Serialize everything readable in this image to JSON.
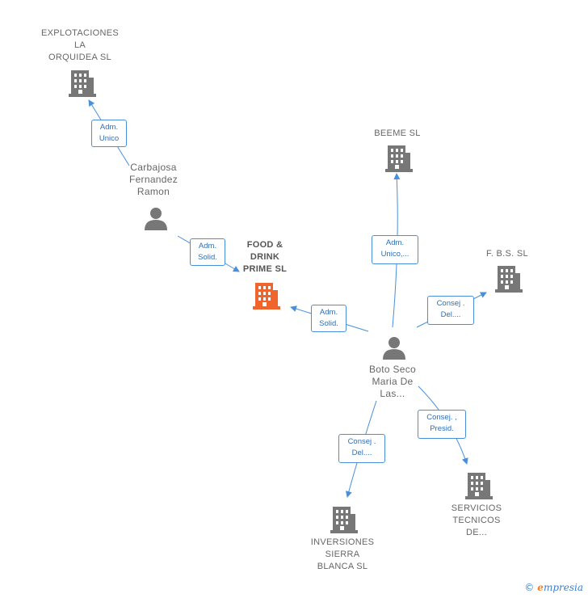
{
  "colors": {
    "edge": "#4a8fdc",
    "node_gray": "#777777",
    "node_focus": "#f0652e"
  },
  "nodes": {
    "explotaciones": {
      "label": "EXPLOTACIONES\nLA\nORQUIDEA  SL",
      "icon": "building-icon"
    },
    "beeme": {
      "label": "BEEME  SL",
      "icon": "building-icon"
    },
    "fbs": {
      "label": "F. B.S.  SL",
      "icon": "building-icon"
    },
    "food_drink": {
      "label": "FOOD &\nDRINK\nPRIME  SL",
      "icon": "building-icon"
    },
    "carbajosa": {
      "label": "Carbajosa\nFernandez\nRamon",
      "icon": "person-icon"
    },
    "boto": {
      "label": "Boto Seco\nMaria De\nLas...",
      "icon": "person-icon"
    },
    "servicios": {
      "label": "SERVICIOS\nTECNICOS\nDE...",
      "icon": "building-icon"
    },
    "inversiones": {
      "label": "INVERSIONES\nSIERRA\nBLANCA  SL",
      "icon": "building-icon"
    }
  },
  "edges": {
    "carbajosa_explotaciones": "Adm.\nUnico",
    "carbajosa_food": "Adm.\nSolid.",
    "boto_food": "Adm.\nSolid.",
    "boto_beeme": "Adm.\nUnico,...",
    "boto_fbs": "Consej .\nDel....",
    "boto_servicios": "Consej. ,\nPresid.",
    "boto_inversiones": "Consej .\nDel...."
  },
  "brand": {
    "copyright": "©",
    "e": "e",
    "name": "mpresia"
  }
}
